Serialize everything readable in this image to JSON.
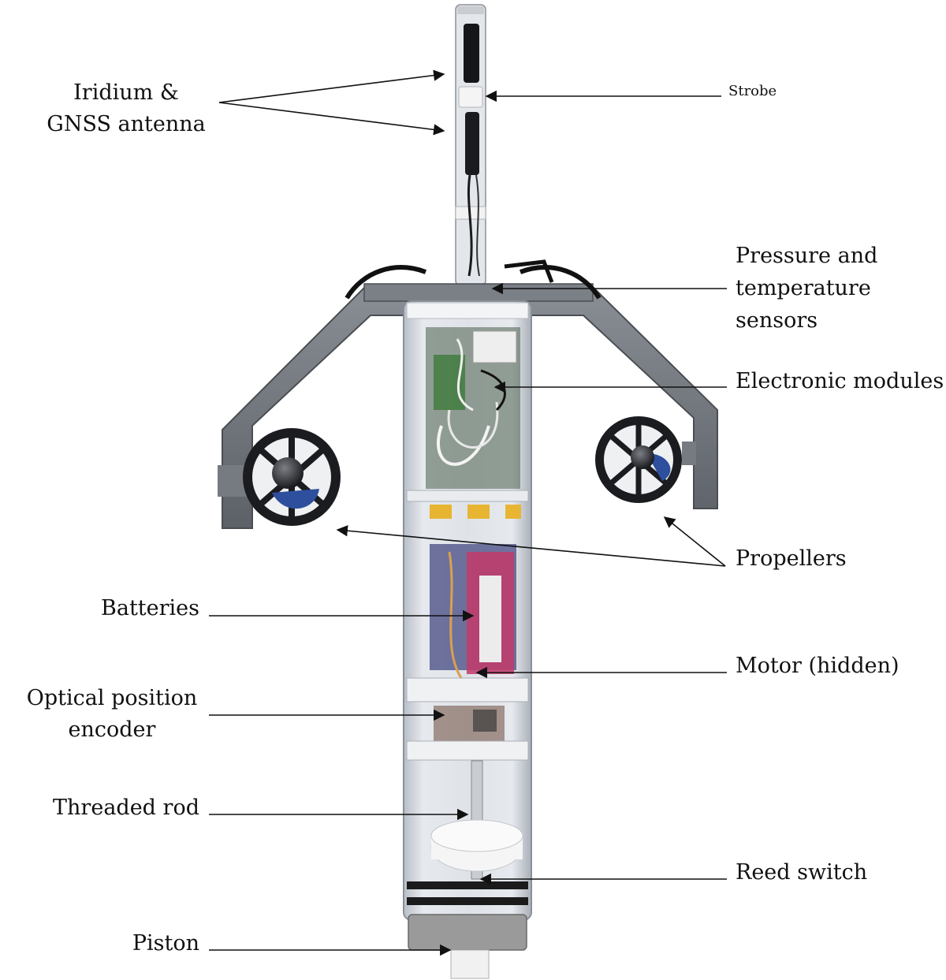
{
  "labels": {
    "antenna_line1": "Iridium &",
    "antenna_line2": "GNSS antenna",
    "strobe": "Strobe",
    "pressure_line1": "Pressure and",
    "pressure_line2": "temperature",
    "pressure_line3": "sensors",
    "electronic": "Electronic modules",
    "propellers": "Propellers",
    "batteries": "Batteries",
    "motor": "Motor (hidden)",
    "optical_line1": "Optical position",
    "optical_line2": "encoder",
    "threaded_rod": "Threaded rod",
    "reed_switch": "Reed switch",
    "piston": "Piston"
  },
  "colors": {
    "tube": "#d7dce2",
    "frame": "#6f747a",
    "propeller": "#1b1c20",
    "propeller_accent": "#2d4f9e",
    "battery": "#c23a6a",
    "electronics": "#3d7a3a",
    "piston": "#9a9a9a"
  }
}
